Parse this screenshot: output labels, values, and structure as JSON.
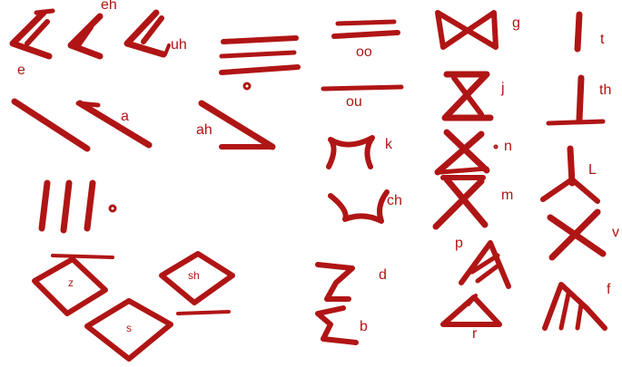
{
  "colors": {
    "stroke": "#b01515",
    "label": "#b01515"
  },
  "labels": {
    "eh": "eh",
    "e": "e",
    "uh": "uh",
    "oo": "oo",
    "ou": "ou",
    "g": "g",
    "t": "t",
    "j": "j",
    "th": "th",
    "a": "a",
    "ah": "ah",
    "k": "k",
    "n": "n",
    "ch": "ch",
    "m": "m",
    "L": "L",
    "p": "p",
    "v": "v",
    "z": "z",
    "sh": "sh",
    "s": "s",
    "d": "d",
    "b": "b",
    "r": "r",
    "f": "f"
  }
}
